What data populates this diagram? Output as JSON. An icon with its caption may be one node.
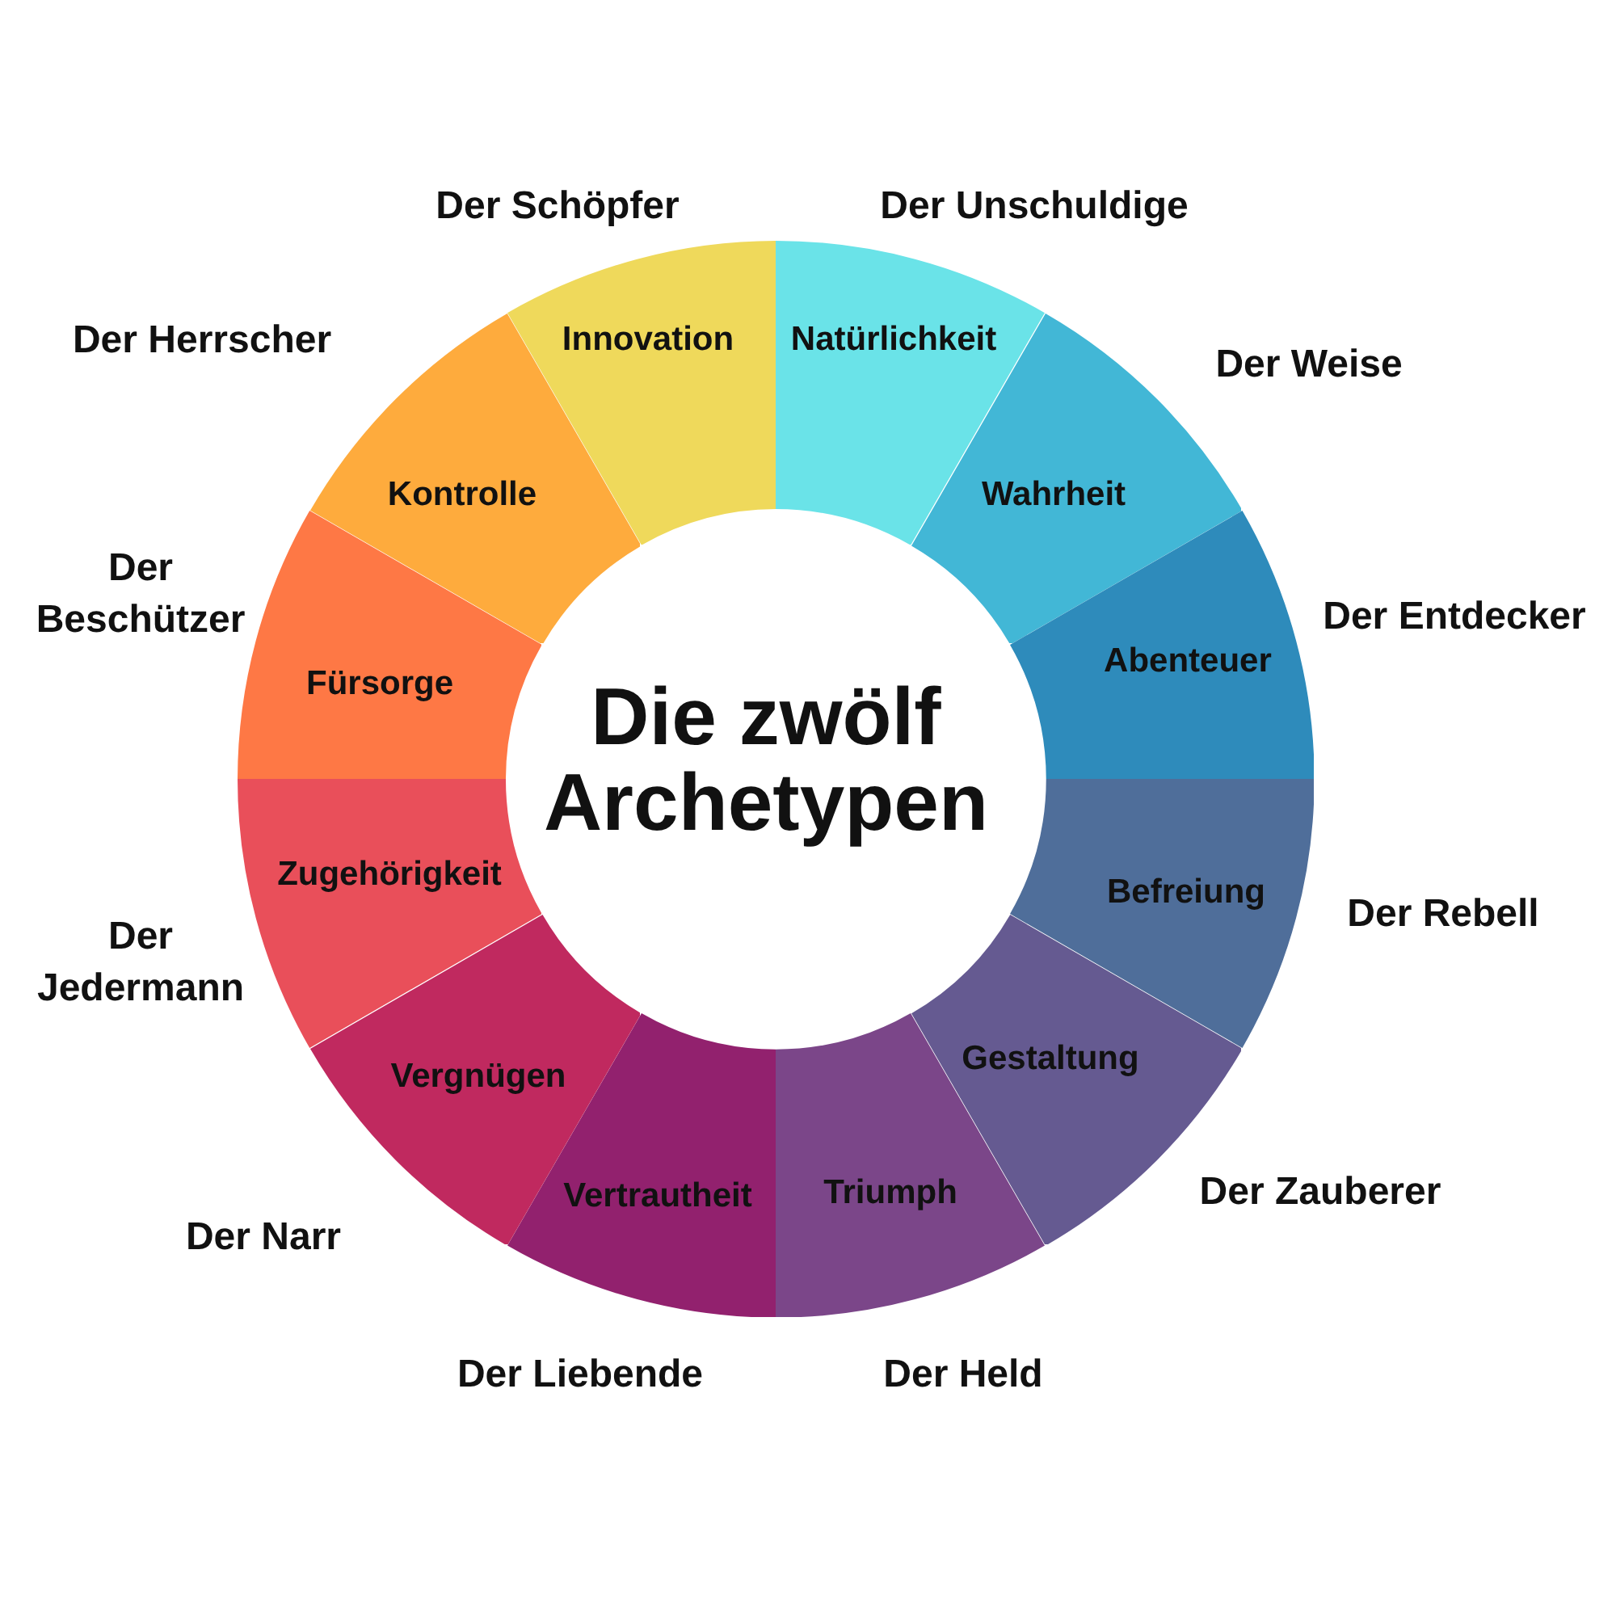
{
  "diagram": {
    "title": "Die zwölf Archetypen",
    "nodes": [
      {
        "text": [
          "Natürlichkeit"
        ],
        "beside": [
          "Der Unschuldige"
        ]
      },
      {
        "text": [
          "Wahrheit"
        ],
        "beside": [
          "Der Weise"
        ]
      },
      {
        "text": [
          "Abenteuer"
        ],
        "beside": [
          "Der Entdecker"
        ]
      },
      {
        "text": [
          "Befreiung"
        ],
        "beside": [
          "Der Rebell"
        ]
      },
      {
        "text": [
          "Gestaltung"
        ],
        "beside": [
          "Der Zauberer"
        ]
      },
      {
        "text": [
          "Triumph"
        ],
        "beside": [
          "Der Held"
        ]
      },
      {
        "text": [
          "Vertrautheit"
        ],
        "beside": [
          "Der Liebende"
        ]
      },
      {
        "text": [
          "Vergnügen"
        ],
        "beside": [
          "Der Narr"
        ]
      },
      {
        "text": [
          "Zugehörigkeit"
        ],
        "beside": [
          "Der Jedermann"
        ]
      },
      {
        "text": [
          "Fürsorge"
        ],
        "beside": [
          "Der Beschützer"
        ]
      },
      {
        "text": [
          "Kontrolle"
        ],
        "beside": [
          "Der Herrscher"
        ]
      },
      {
        "text": [
          "Innovation"
        ],
        "beside": [
          "Der Schöpfer"
        ]
      }
    ]
  }
}
